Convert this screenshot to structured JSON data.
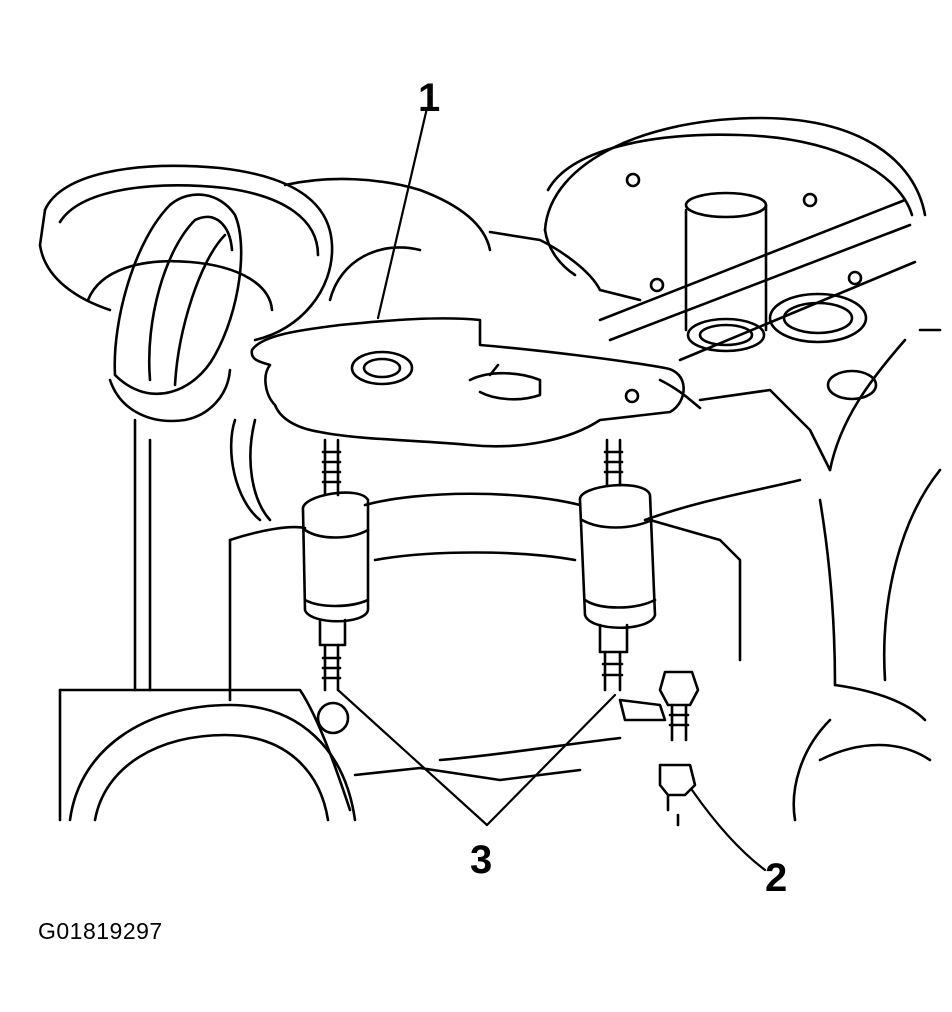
{
  "diagram": {
    "figure_id": "G01819297",
    "callouts": [
      {
        "number": "1",
        "part": "bracket"
      },
      {
        "number": "2",
        "part": "nut"
      },
      {
        "number": "3",
        "part": "studs"
      }
    ]
  },
  "colors": {
    "line": "#000000",
    "background": "#ffffff"
  }
}
